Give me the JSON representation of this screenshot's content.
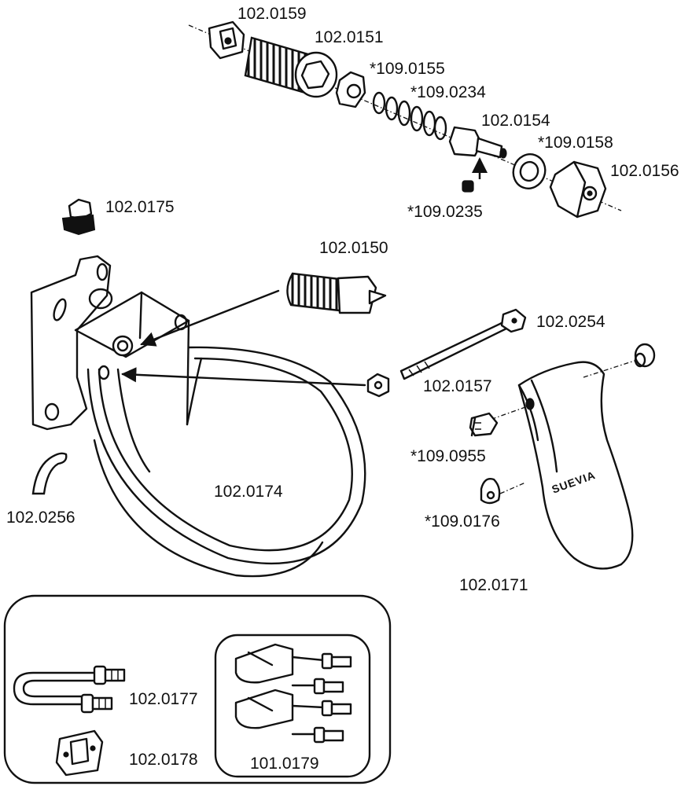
{
  "parts": {
    "p1": "102.0159",
    "p2": "102.0151",
    "p3": "*109.0155",
    "p4": "*109.0234",
    "p5": "102.0154",
    "p6": "*109.0158",
    "p7": "102.0156",
    "p8": "*109.0235",
    "p9": "102.0175",
    "p10": "102.0150",
    "p11": "102.0254",
    "p12": "102.0157",
    "p13": "*109.0955",
    "p14": "102.0174",
    "p15": "102.0256",
    "p16": "*109.0176",
    "p17": "102.0171",
    "p18": "102.0177",
    "p19": "102.0178",
    "p20": "101.0179"
  },
  "logo_text": "SUEVIA"
}
